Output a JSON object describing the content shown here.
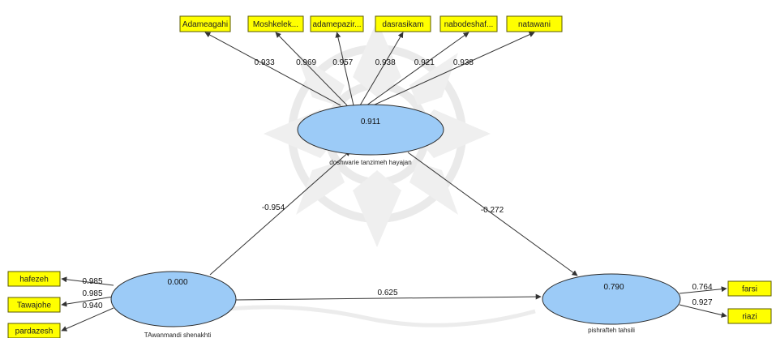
{
  "colors": {
    "indicator_fill": "#ffff00",
    "indicator_stroke": "#5a5a00",
    "construct_fill": "#9ccbf7",
    "construct_fill_dark": "#8bbef0",
    "construct_stroke": "#2b2b2b",
    "edge": "#333333",
    "watermark": "#d9d9d9"
  },
  "constructs": {
    "dosh": {
      "name": "doshwarie tanzimeh hayajan",
      "r2": "0.911"
    },
    "tawan": {
      "name": "TAwanmandi shenakhti",
      "r2": "0.000"
    },
    "pish": {
      "name": "pishrafteh tahsili",
      "r2": "0.790"
    }
  },
  "indicators": {
    "top": [
      {
        "label": "Adameagahi",
        "loading": "0.933"
      },
      {
        "label": "Moshkelek...",
        "loading": "0.969"
      },
      {
        "label": "adamepazir...",
        "loading": "0.957"
      },
      {
        "label": "dasrasikam",
        "loading": "0.938"
      },
      {
        "label": "nabodeshaf...",
        "loading": "0.921"
      },
      {
        "label": "natawani",
        "loading": "0.938"
      }
    ],
    "left": [
      {
        "label": "hafezeh",
        "loading": "0.985"
      },
      {
        "label": "Tawajohe",
        "loading": "0.985"
      },
      {
        "label": "pardazesh",
        "loading": "0.940"
      }
    ],
    "right": [
      {
        "label": "farsi",
        "loading": "0.764"
      },
      {
        "label": "riazi",
        "loading": "0.927"
      }
    ]
  },
  "paths": {
    "tawan_to_dosh": "-0.954",
    "dosh_to_pish": "-0.272",
    "tawan_to_pish": "0.625"
  }
}
